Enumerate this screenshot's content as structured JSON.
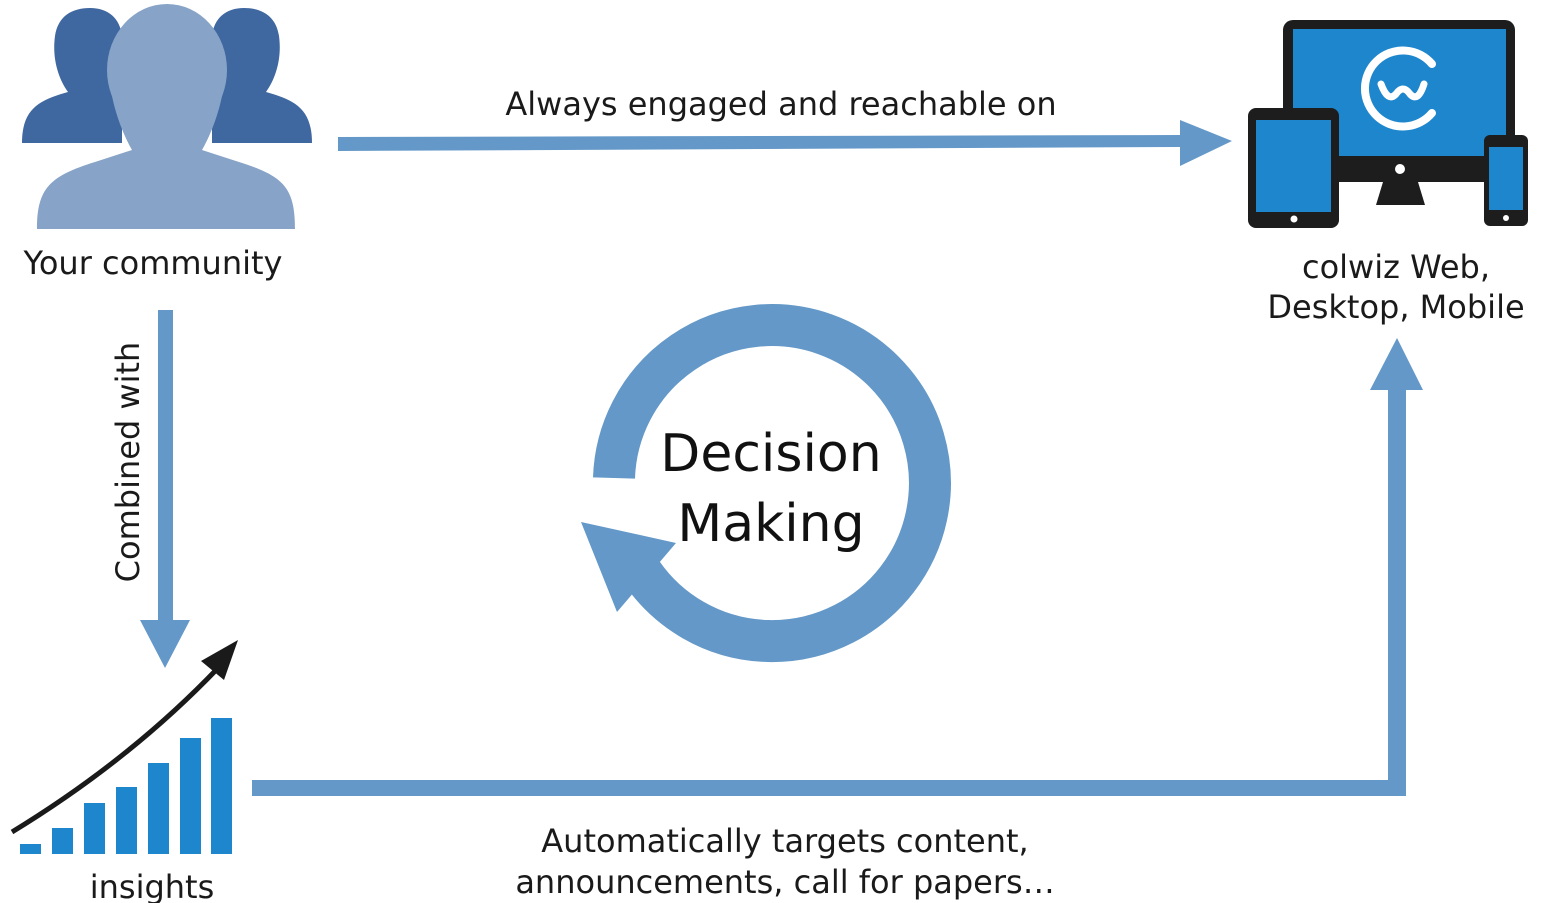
{
  "nodes": {
    "community": {
      "label": "Your community",
      "icon": "users-group-icon"
    },
    "devices": {
      "label_line1": "colwiz Web,",
      "label_line2": "Desktop, Mobile",
      "icon": "multi-device-icon",
      "logo": "colwiz-logo"
    },
    "insights": {
      "label": "insights",
      "icon": "growth-chart-icon"
    }
  },
  "edges": {
    "community_to_devices": "Always engaged and reachable on",
    "community_to_insights": "Combined with",
    "insights_to_devices_line1": "Automatically targets content,",
    "insights_to_devices_line2": "announcements, call for papers…"
  },
  "center": {
    "line1": "Decision",
    "line2": "Making",
    "icon": "cycle-arrow-icon"
  },
  "colors": {
    "arrow": "#6398c8",
    "people_back": "#3f67a0",
    "people_front": "#87a3c7",
    "device_frame": "#1d1d1d",
    "device_screen": "#1e86cc",
    "bars": "#1e86cc",
    "trend_arrow": "#1a1a1a"
  }
}
